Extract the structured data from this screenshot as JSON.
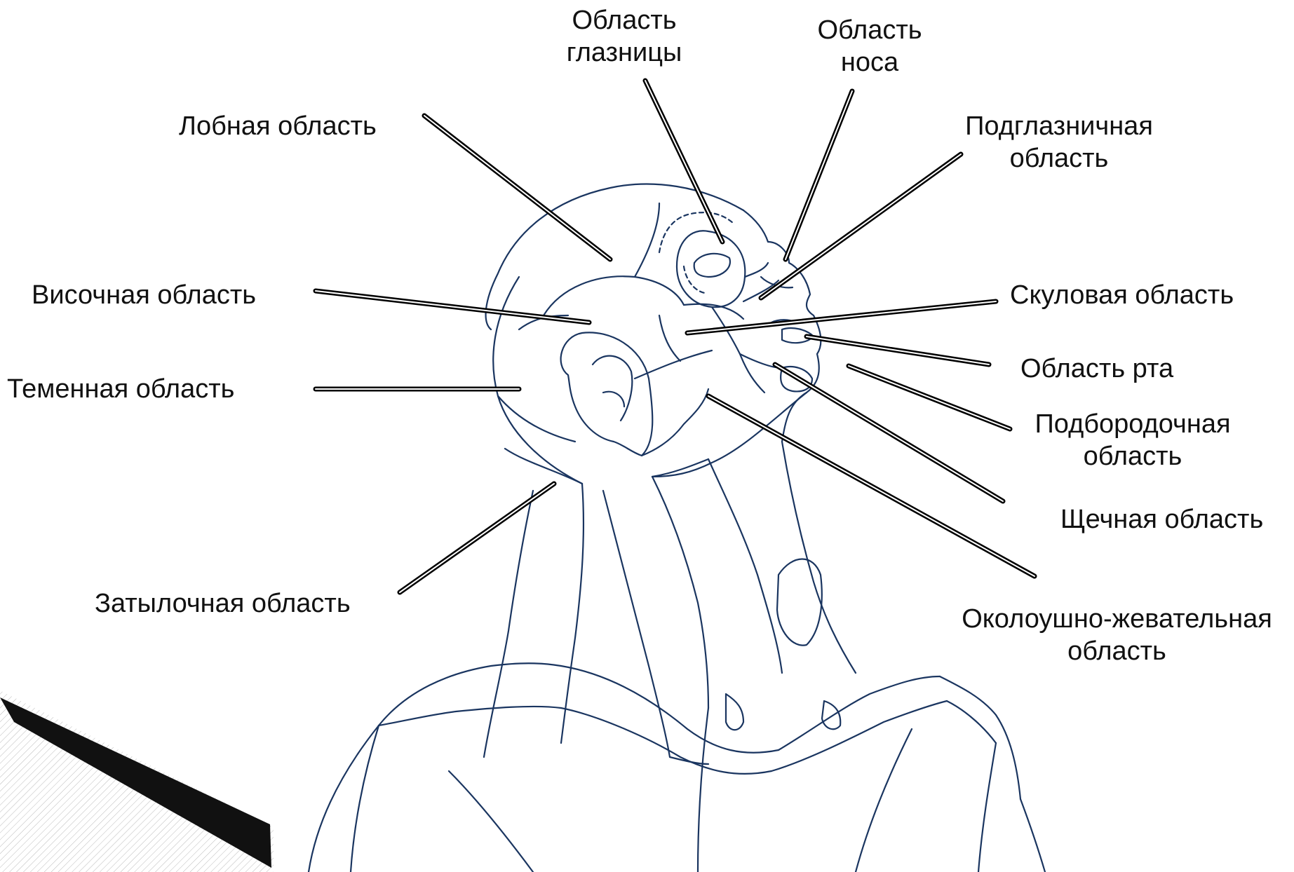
{
  "labels": {
    "orbit": [
      "Область",
      "глазницы"
    ],
    "nose": [
      "Область",
      "носа"
    ],
    "frontal": [
      "Лобная область"
    ],
    "infraorbital": [
      "Подглазничная",
      "область"
    ],
    "temporal": [
      "Височная область"
    ],
    "zygomatic": [
      "Скуловая область"
    ],
    "parietal": [
      "Теменная область"
    ],
    "oral": [
      "Область рта"
    ],
    "mental": [
      "Подбородочная",
      "область"
    ],
    "buccal": [
      "Щечная область"
    ],
    "occipital": [
      "Затылочная область"
    ],
    "parotid": [
      "Околоушно-жевательная",
      "область"
    ]
  },
  "colors": {
    "outline": "#1a3560",
    "leader": "#000000",
    "text": "#111111",
    "decor": "#111111"
  }
}
